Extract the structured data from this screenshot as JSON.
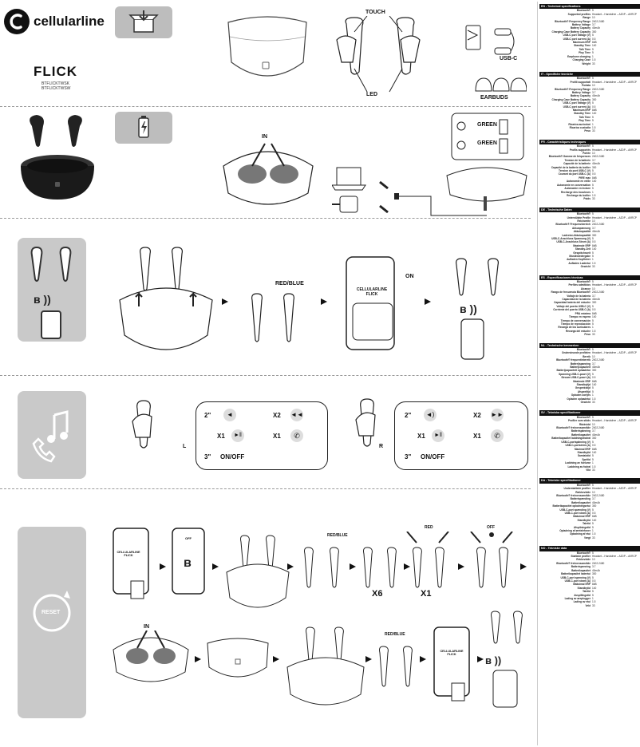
{
  "brand": {
    "name": "cellularline",
    "icon": "c-logo-icon"
  },
  "product": {
    "name": "FLICK",
    "models": [
      "BTFLICKTWSK",
      "BTFLICKTWSW"
    ]
  },
  "labels": {
    "touch": "TOUCH",
    "led": "LED",
    "usbc": "USB-C",
    "earbuds": "EARBUDS",
    "in": "IN",
    "green1": "GREEN",
    "green2": "GREEN",
    "red_blue_1": "RED/BLUE",
    "red_blue_2": "RED/BLUE",
    "red_blue_3": "RED/BLUE",
    "on": "ON",
    "phone_line1": "CELLULARLINE",
    "phone_line2": "FLICK",
    "l": "L",
    "r": "R",
    "reset": "RESET",
    "red": "RED",
    "off": "OFF",
    "x6": "X6",
    "x1": "X1",
    "phone_off": "OFF",
    "reset_phone1": "CELLULARLINE\nFLICK"
  },
  "touch_controls": {
    "left": {
      "t2": "2\"",
      "x2": "X2",
      "x1a": "X1",
      "x1b": "X1",
      "t3": "3\"",
      "onoff": "ON/OFF"
    },
    "right": {
      "t2": "2\"",
      "x2": "X2",
      "x1a": "X1",
      "x1b": "X1",
      "t3": "3\"",
      "onoff": "ON/OFF"
    }
  },
  "specs": [
    {
      "title": "EN - Technical specifications",
      "rows": [
        [
          "Bluetooth®",
          "5"
        ],
        [
          "Supported profiles",
          "Headset – Handsfree – A2DP – AVRCP"
        ],
        [
          "Range",
          "10"
        ],
        [
          "Bluetooth® Frequency Range",
          "2402-2480"
        ],
        [
          "Battery Voltage",
          "3.7"
        ],
        [
          "Battery Capacity",
          "40mAh"
        ],
        [
          "Charging Case Battery Capacity",
          "300"
        ],
        [
          "USB-C port Voltage (V)",
          "5"
        ],
        [
          "USB-C port current (A)",
          "0.5"
        ],
        [
          "Maximum ERP",
          "8dB"
        ],
        [
          "Standby Time",
          "140"
        ],
        [
          "Talk Time",
          "5"
        ],
        [
          "Play Time",
          "5"
        ],
        [
          "Earphone charging",
          "1"
        ],
        [
          "Charging Case",
          "1.5"
        ],
        [
          "Weight",
          "33"
        ]
      ]
    },
    {
      "title": "IT - Specifiche tecniche",
      "rows": [
        [
          "Bluetooth®",
          "5"
        ],
        [
          "Profili supportati",
          "Headset – Handsfree – A2DP – AVRCP"
        ],
        [
          "Portata",
          "10"
        ],
        [
          "Bluetooth® Frequency Range",
          "2402-2480"
        ],
        [
          "Battery Voltage",
          "3.7"
        ],
        [
          "Battery Capacity",
          "40mAh"
        ],
        [
          "Charging Case Battery Capacity",
          "300"
        ],
        [
          "USB-C port Voltage (V)",
          "5"
        ],
        [
          "USB-C port current (A)",
          "0.5"
        ],
        [
          "Maximum ERP",
          "8dB"
        ],
        [
          "Standby Time",
          "140"
        ],
        [
          "Talk Time",
          "5"
        ],
        [
          "Play Time",
          "5"
        ],
        [
          "Ricarica auricolari",
          "1"
        ],
        [
          "Ricarica custodia",
          "1.5"
        ],
        [
          "Peso",
          "33"
        ]
      ]
    },
    {
      "title": "FR - Caractéristiques techniques",
      "rows": [
        [
          "Bluetooth®",
          "5"
        ],
        [
          "Profils supportés",
          "Headset – Handsfree – A2DP – AVRCP"
        ],
        [
          "Portée",
          "10"
        ],
        [
          "Bluetooth® Gamme de fréquences",
          "2402-2480"
        ],
        [
          "Tension de la batterie",
          "3.7"
        ],
        [
          "Capacité de la batterie",
          "40mAh"
        ],
        [
          "Capacité de la batterie du boîtier",
          "300"
        ],
        [
          "Tension du port USB-C (V)",
          "5"
        ],
        [
          "Courant du port USB-C (A)",
          "0.5"
        ],
        [
          "PIRE max",
          "8dB"
        ],
        [
          "Autonomie en veille",
          "140"
        ],
        [
          "Autonomie en conversation",
          "5"
        ],
        [
          "Autonomie en lecture",
          "5"
        ],
        [
          "Recharge des écouteurs",
          "1"
        ],
        [
          "Recharge du boîtier",
          "1.5"
        ],
        [
          "Poids",
          "33"
        ]
      ]
    },
    {
      "title": "DE - Technische Daten",
      "rows": [
        [
          "Bluetooth®",
          "5"
        ],
        [
          "Unterstützte Profile",
          "Headset – Handsfree – A2DP – AVRCP"
        ],
        [
          "Reichweite",
          "10"
        ],
        [
          "Bluetooth® Frequenzbereich",
          "2402-2480"
        ],
        [
          "Akkuspannung",
          "3.7"
        ],
        [
          "Akkukapazität",
          "40mAh"
        ],
        [
          "Ladeetui-Akkukapazität",
          "300"
        ],
        [
          "USB-C-Anschluss Spannung (V)",
          "5"
        ],
        [
          "USB-C-Anschluss Strom (A)",
          "0.5"
        ],
        [
          "Maximale ERP",
          "8dB"
        ],
        [
          "Standby-Zeit",
          "140"
        ],
        [
          "Gesprächszeit",
          "5"
        ],
        [
          "Musikwiedergabe",
          "5"
        ],
        [
          "Aufladen Kopfhörer",
          "1"
        ],
        [
          "Aufladen Ladeetui",
          "1.5"
        ],
        [
          "Gewicht",
          "33"
        ]
      ]
    },
    {
      "title": "ES - Especificaciones técnicas",
      "rows": [
        [
          "Bluetooth®",
          "5"
        ],
        [
          "Perfiles admitidos",
          "Headset – Handsfree – A2DP – AVRCP"
        ],
        [
          "Alcance",
          "10"
        ],
        [
          "Rango de frecuencia Bluetooth®",
          "2402-2480"
        ],
        [
          "Voltaje de la batería",
          "3.7"
        ],
        [
          "Capacidad de la batería",
          "40mAh"
        ],
        [
          "Capacidad batería del estuche",
          "300"
        ],
        [
          "Voltaje del puerto USB-C (V)",
          "5"
        ],
        [
          "Corriente del puerto USB-C (A)",
          "0.5"
        ],
        [
          "PRA máxima",
          "8dB"
        ],
        [
          "Tiempo en espera",
          "140"
        ],
        [
          "Tiempo de conversación",
          "5"
        ],
        [
          "Tiempo de reproducción",
          "5"
        ],
        [
          "Recarga de los auriculares",
          "1"
        ],
        [
          "Recarga del estuche",
          "1.5"
        ],
        [
          "Peso",
          "33"
        ]
      ]
    },
    {
      "title": "NL - Technische kenmerken",
      "rows": [
        [
          "Bluetooth®",
          "5"
        ],
        [
          "Ondersteunde profielen",
          "Headset – Handsfree – A2DP – AVRCP"
        ],
        [
          "Bereik",
          "10"
        ],
        [
          "Bluetooth® frequentiebereik",
          "2402-2480"
        ],
        [
          "Batterijspanning",
          "3.7"
        ],
        [
          "Batterijcapaciteit",
          "40mAh"
        ],
        [
          "Batterijcapaciteit oplaadetui",
          "300"
        ],
        [
          "Spanning USB-C-poort (V)",
          "5"
        ],
        [
          "Stroom USB-C-poort (A)",
          "0.5"
        ],
        [
          "Maximale ERP",
          "8dB"
        ],
        [
          "Standbytijd",
          "140"
        ],
        [
          "Gesprekstijd",
          "5"
        ],
        [
          "Afspeeltijd",
          "5"
        ],
        [
          "Opladen oortjes",
          "1"
        ],
        [
          "Opladen oplaadetui",
          "1.5"
        ],
        [
          "Gewicht",
          "33"
        ]
      ]
    },
    {
      "title": "SV - Tekniska specifikationer",
      "rows": [
        [
          "Bluetooth®",
          "5"
        ],
        [
          "Profiler som stöds",
          "Headset – Handsfree – A2DP – AVRCP"
        ],
        [
          "Räckvidd",
          "10"
        ],
        [
          "Bluetooth® frekvensområde",
          "2402-2480"
        ],
        [
          "Batterispänning",
          "3.7"
        ],
        [
          "Batterikapacitet",
          "40mAh"
        ],
        [
          "Batterikapacitet laddningsfodral",
          "300"
        ],
        [
          "USB-C-portspänning (V)",
          "5"
        ],
        [
          "USB-C-portström (A)",
          "0.5"
        ],
        [
          "Maximal ERP",
          "8dB"
        ],
        [
          "Standbytid",
          "140"
        ],
        [
          "Samtalstid",
          "5"
        ],
        [
          "Speltid",
          "5"
        ],
        [
          "Laddning av hörlurar",
          "1"
        ],
        [
          "Laddning av fodral",
          "1.5"
        ],
        [
          "Vikt",
          "33"
        ]
      ]
    },
    {
      "title": "DA - Tekniske specifikationer",
      "rows": [
        [
          "Bluetooth®",
          "5"
        ],
        [
          "Understøttede profiler",
          "Headset – Handsfree – A2DP – AVRCP"
        ],
        [
          "Rækkevidde",
          "10"
        ],
        [
          "Bluetooth® frekvensområde",
          "2402-2480"
        ],
        [
          "Batterispænding",
          "3.7"
        ],
        [
          "Batterikapacitet",
          "40mAh"
        ],
        [
          "Batterikapacitet opladningsetui",
          "300"
        ],
        [
          "USB-C-port spænding (V)",
          "5"
        ],
        [
          "USB-C-port strøm (A)",
          "0.5"
        ],
        [
          "Maksimal ERP",
          "8dB"
        ],
        [
          "Standbytid",
          "140"
        ],
        [
          "Taletid",
          "5"
        ],
        [
          "Afspilningstid",
          "5"
        ],
        [
          "Opladning af øretelefoner",
          "1"
        ],
        [
          "Opladning af etui",
          "1.5"
        ],
        [
          "Vægt",
          "33"
        ]
      ]
    },
    {
      "title": "NO - Tekniske data",
      "rows": [
        [
          "Bluetooth®",
          "5"
        ],
        [
          "Støttede profiler",
          "Headset – Handsfree – A2DP – AVRCP"
        ],
        [
          "Rekkevidde",
          "10"
        ],
        [
          "Bluetooth® frekvensområde",
          "2402-2480"
        ],
        [
          "Batterispenning",
          "3.7"
        ],
        [
          "Batterikapasitet",
          "40mAh"
        ],
        [
          "Batterikapasitet ladeetui",
          "300"
        ],
        [
          "USB-C-port spenning (V)",
          "5"
        ],
        [
          "USB-C-port strøm (A)",
          "0.5"
        ],
        [
          "Maksimal ERP",
          "8dB"
        ],
        [
          "Standbytid",
          "140"
        ],
        [
          "Taletid",
          "5"
        ],
        [
          "Avspillingstid",
          "5"
        ],
        [
          "Lading av øreplugger",
          "1"
        ],
        [
          "Lading av etui",
          "1.5"
        ],
        [
          "Vekt",
          "33"
        ]
      ]
    }
  ]
}
